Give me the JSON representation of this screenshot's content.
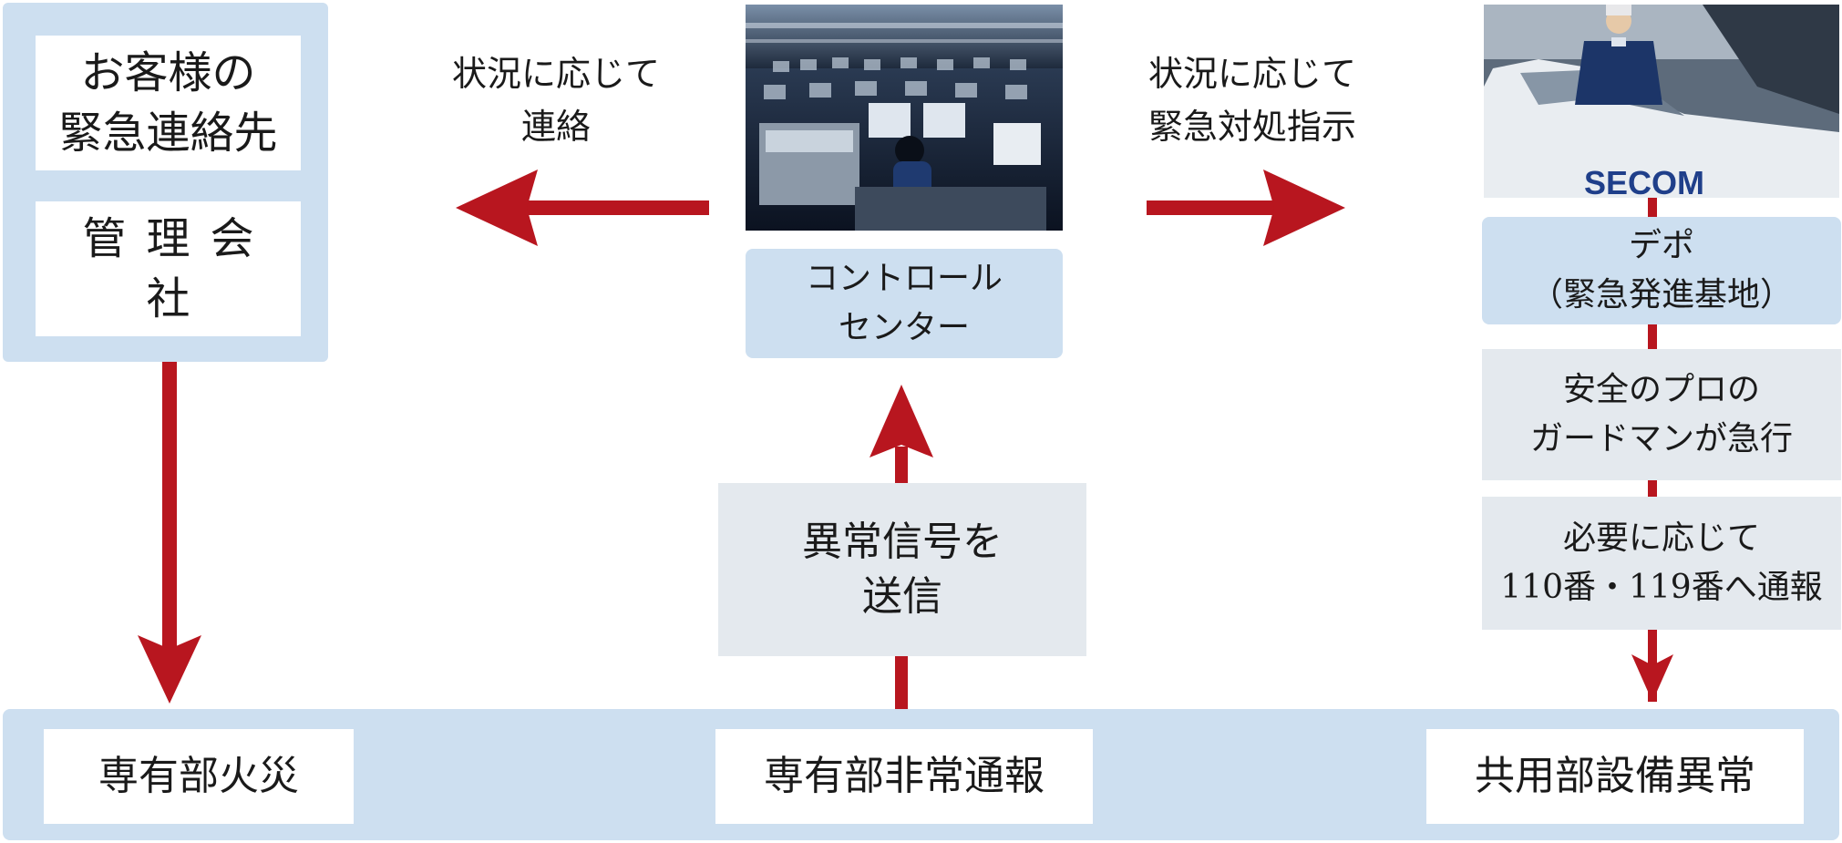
{
  "colors": {
    "arrow": "#b8161f",
    "panel": "#cddff0",
    "grey_box": "#e4e9ee"
  },
  "contacts": {
    "customer_emergency": "お客様の\n緊急連絡先",
    "management_company": "管理会社"
  },
  "control_center": {
    "label": "コントロール\nセンター",
    "photo_icon": "control-room-photo"
  },
  "depot": {
    "label": "デポ\n（緊急発進基地）",
    "photo_icon": "guard-and-car-photo",
    "car_text": "SECOM"
  },
  "steps": {
    "notify_left": "状況に応じて\n連絡",
    "instruct_right": "状況に応じて\n緊急対処指示",
    "send_signal": "異常信号を\n送信",
    "guard_rush": "安全のプロの\nガードマンが急行",
    "report": "必要に応じて\n110番・119番へ通報"
  },
  "events": {
    "fire": "専有部火災",
    "emergency_report": "専有部非常通報",
    "equipment_error": "共用部設備異常"
  }
}
